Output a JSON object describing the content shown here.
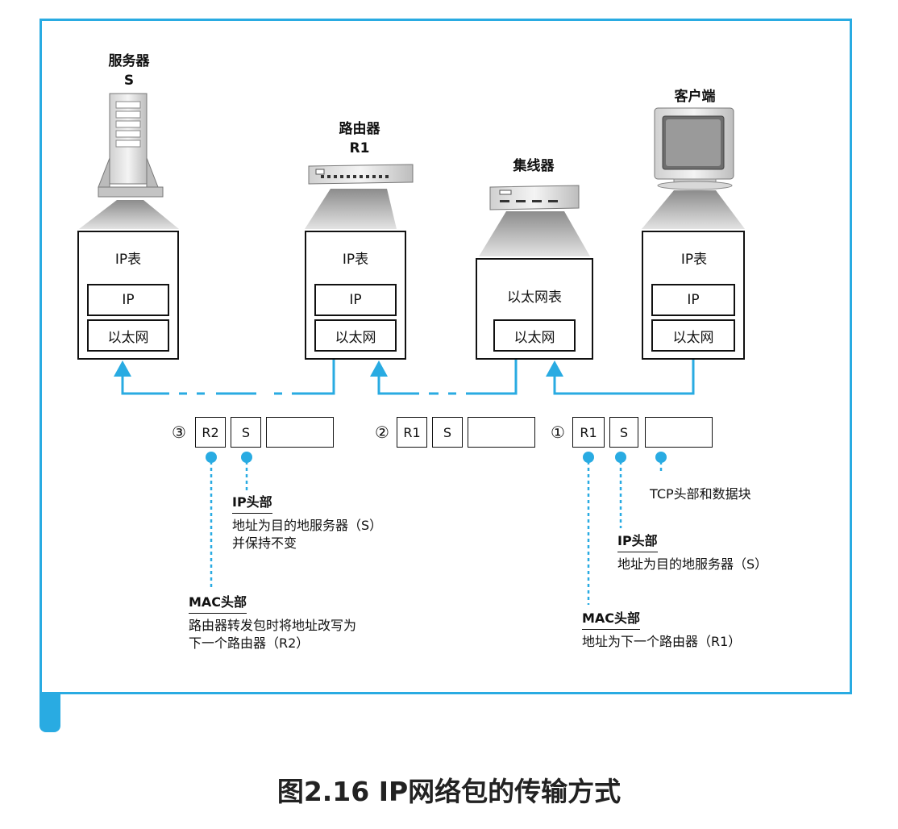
{
  "title": "图2.16 IP网络包的传输方式",
  "devices": {
    "server": {
      "name": "服务器",
      "sub": "S"
    },
    "router": {
      "name": "路由器",
      "sub": "R1"
    },
    "hub": {
      "name": "集线器"
    },
    "client": {
      "name": "客户端"
    }
  },
  "layers": {
    "ip_table": "IP表",
    "ip": "IP",
    "ethernet": "以太网",
    "ethernet_table": "以太网表"
  },
  "packets": [
    {
      "num": "③",
      "mac": "R2",
      "ip": "S"
    },
    {
      "num": "②",
      "mac": "R1",
      "ip": "S"
    },
    {
      "num": "①",
      "mac": "R1",
      "ip": "S"
    }
  ],
  "notes": {
    "left_ip": {
      "head": "IP头部",
      "lines": [
        "地址为目的地服务器（S）",
        "并保持不变"
      ]
    },
    "left_mac": {
      "head": "MAC头部",
      "lines": [
        "路由器转发包时将地址改写为",
        "下一个路由器（R2）"
      ]
    },
    "right_tcp": {
      "text": "TCP头部和数据块"
    },
    "right_ip": {
      "head": "IP头部",
      "lines": [
        "地址为目的地服务器（S）"
      ]
    },
    "right_mac": {
      "head": "MAC头部",
      "lines": [
        "地址为下一个路由器（R1）"
      ]
    }
  },
  "colors": {
    "accent": "#29abe2",
    "line": "#111111"
  }
}
